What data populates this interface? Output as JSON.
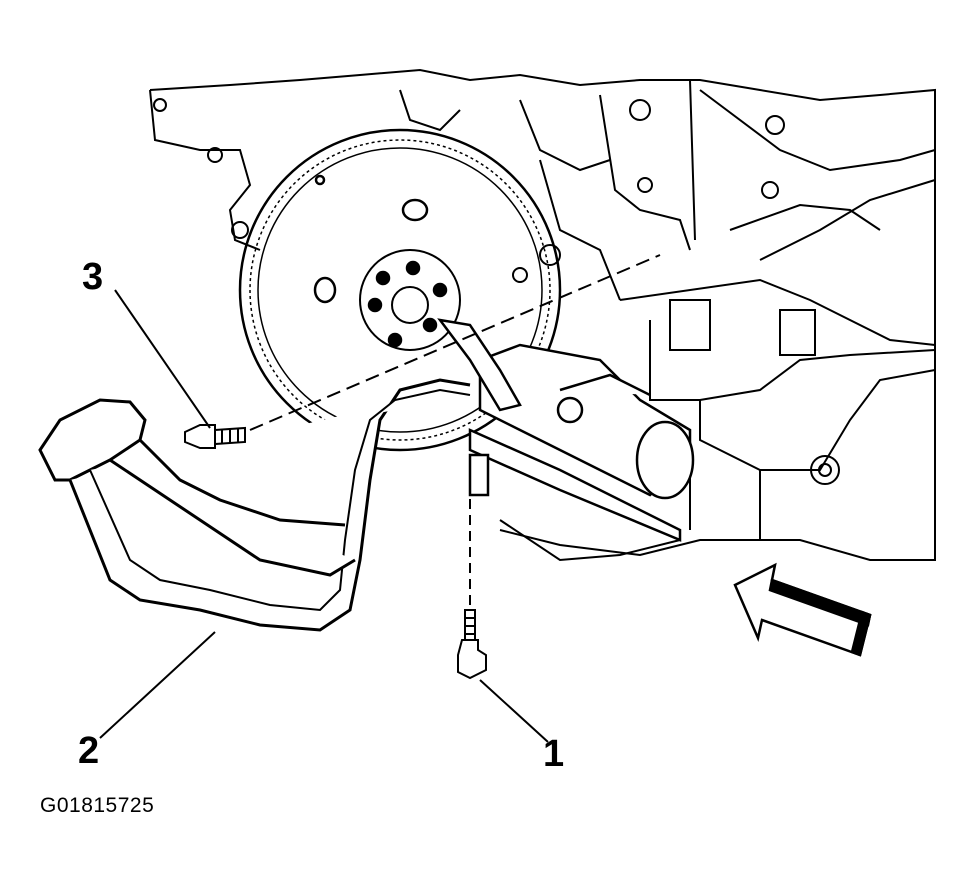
{
  "callouts": {
    "c1": "1",
    "c2": "2",
    "c3": "3"
  },
  "figure_id": "G01815725",
  "colors": {
    "line": "#000000",
    "fill": "#ffffff",
    "gray": "#999999"
  }
}
